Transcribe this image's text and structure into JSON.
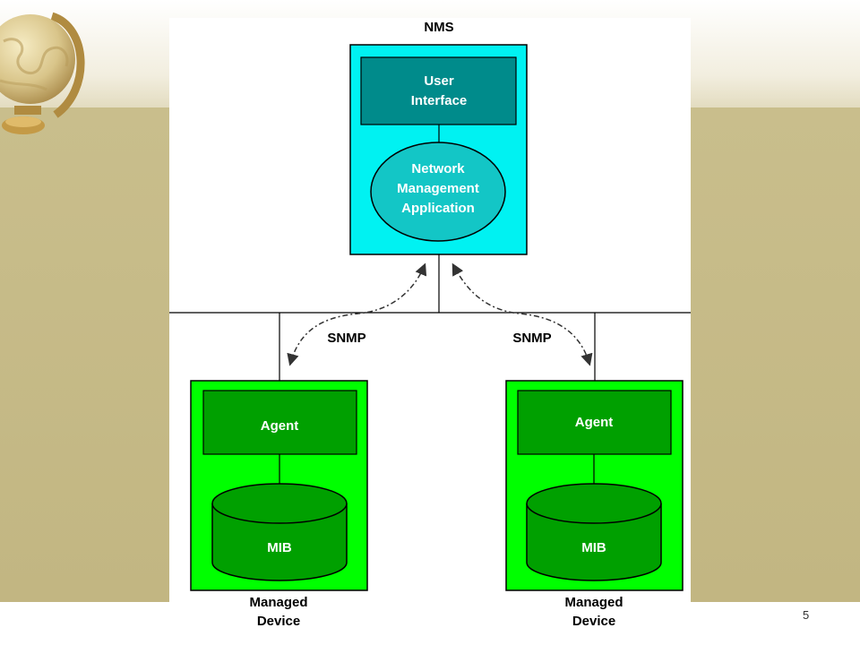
{
  "slide": {
    "number": "5"
  },
  "diagram": {
    "nms_title": "NMS",
    "user_interface": [
      "User",
      "Interface"
    ],
    "network_management_application": [
      "Network",
      "Management",
      "Application"
    ],
    "snmp_left": "SNMP",
    "snmp_right": "SNMP",
    "devices": [
      {
        "agent": "Agent",
        "mib": "MIB",
        "label": [
          "Managed",
          "Device"
        ]
      },
      {
        "agent": "Agent",
        "mib": "MIB",
        "label": [
          "Managed",
          "Device"
        ]
      }
    ]
  },
  "colors": {
    "nms_box": "#00f2f2",
    "teal_block": "#008b8b",
    "ellipse_fill": "#13c6c6",
    "device_box": "#00ff00",
    "device_inner": "#00a000",
    "slide_band": "#c8bd8a"
  },
  "icons": {
    "decoration": "globe-icon"
  }
}
